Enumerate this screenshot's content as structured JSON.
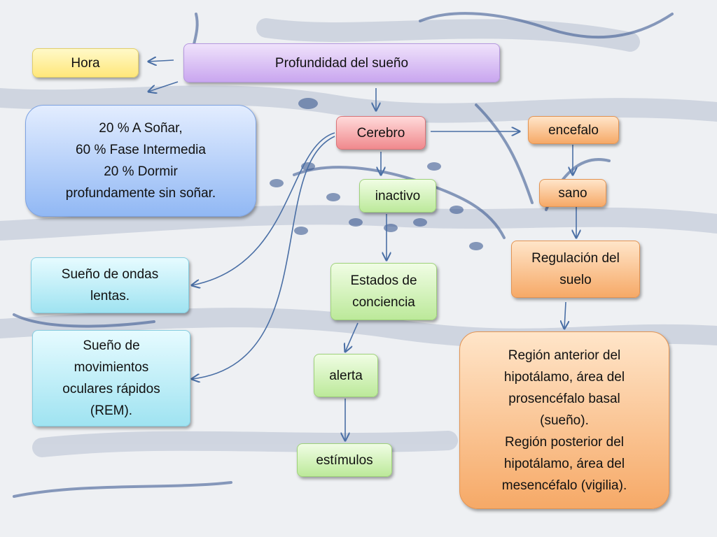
{
  "diagram": {
    "nodes": {
      "hora": "Hora",
      "profundidad": "Profundidad del sueño",
      "porcentajes": "20 %    A Soñar,\n60 %  Fase Intermedia\n20 % Dormir\nprofundamente sin soñar.",
      "cerebro": "Cerebro",
      "encefalo": "encefalo",
      "inactivo": "inactivo",
      "sano": "sano",
      "ondas_lentas": "Sueño de ondas\nlentas.",
      "estados": "Estados de\nconciencia",
      "regulacion": "Regulación del\nsuelo",
      "rem": "Sueño de\nmovimientos\noculares rápidos\n(REM).",
      "alerta": "alerta",
      "region": "Región anterior del\nhipotálamo, área del\nprosencéfalo basal\n(sueño).\nRegión posterior del\nhipotálamo, área del\nmesencéfalo (vigilia).",
      "estimulos": "estímulos"
    }
  }
}
